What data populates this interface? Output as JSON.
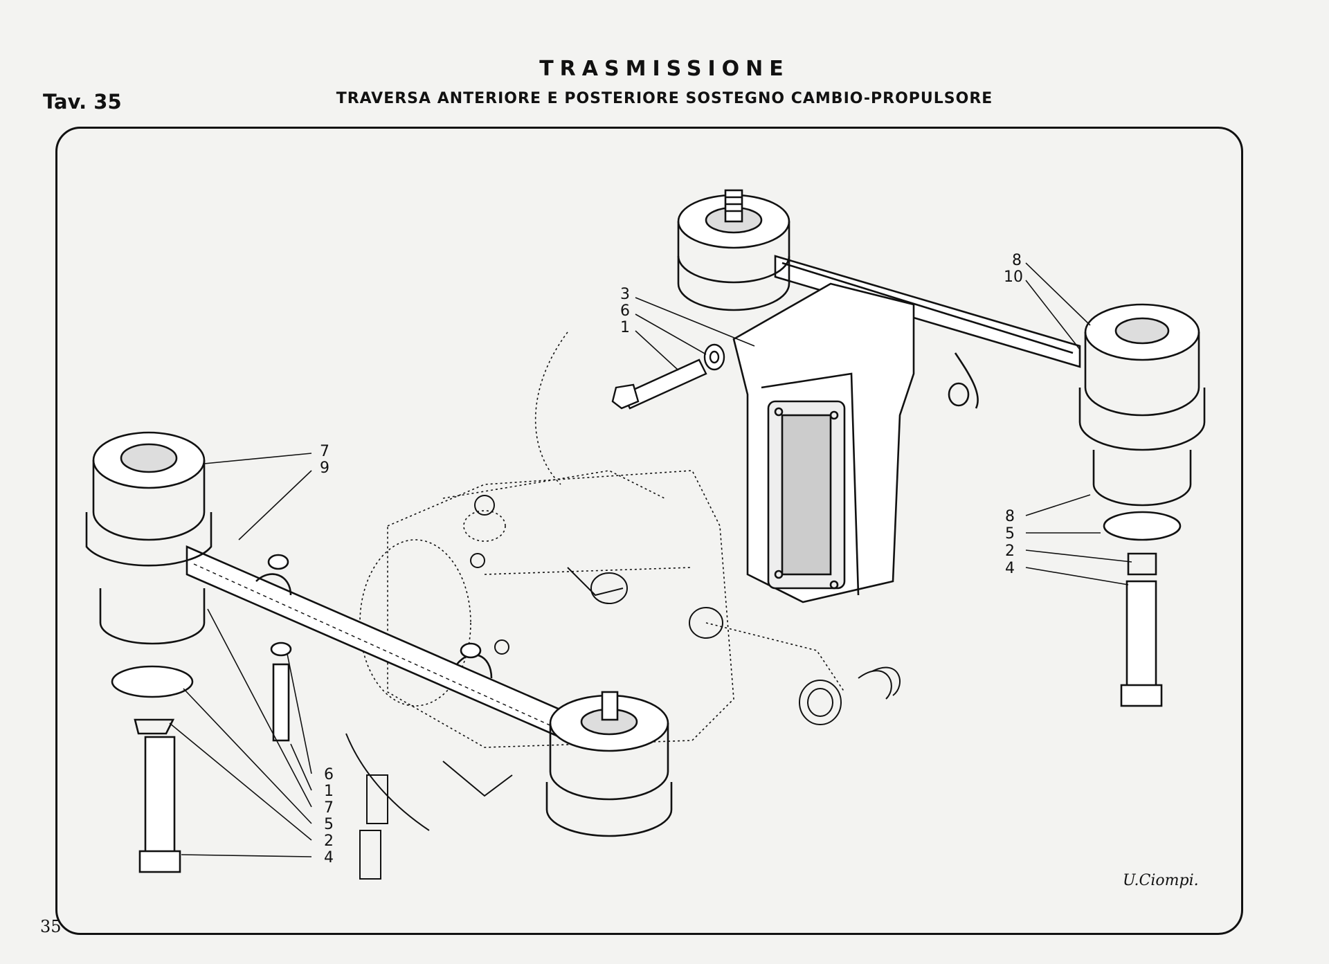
{
  "header": {
    "title": "TRASMISSIONE",
    "table_label": "Tav. 35",
    "subtitle": "TRAVERSA ANTERIORE E POSTERIORE SOSTEGNO CAMBIO-PROPULSORE"
  },
  "footer": {
    "page_number": "35",
    "signature": "U.Ciompi."
  },
  "callouts": {
    "top_center": [
      "3",
      "6",
      "1"
    ],
    "top_right": [
      "8",
      "10"
    ],
    "left_upper": [
      "7",
      "9"
    ],
    "right_lower": [
      "8",
      "5",
      "2",
      "4"
    ],
    "left_lower": [
      "6",
      "1",
      "7",
      "5",
      "2",
      "4"
    ]
  }
}
